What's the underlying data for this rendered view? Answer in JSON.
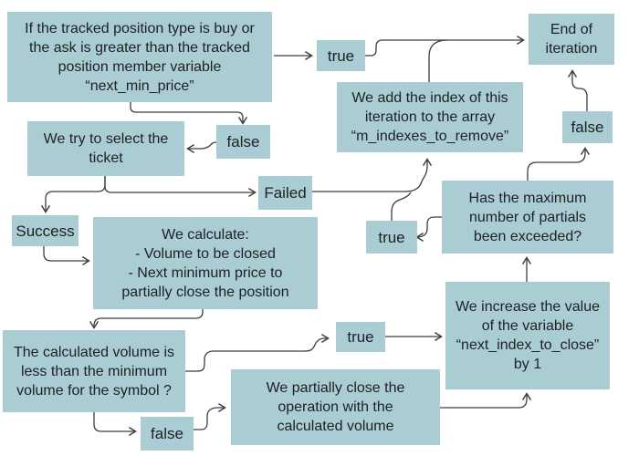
{
  "diagram": {
    "type": "flowchart",
    "colors": {
      "background": "#ffffff",
      "node_fill": "#a9cdd2",
      "text": "#202124",
      "line": "#3d3d3d"
    },
    "nodes": [
      {
        "id": "check-condition",
        "label": "If the tracked position type is buy or\nthe ask is greater than the tracked\nposition member variable\n“next_min_price”"
      },
      {
        "id": "true-top",
        "label": "true"
      },
      {
        "id": "end-of-iteration",
        "label": "End of\niteration"
      },
      {
        "id": "add-index",
        "label": "We add the index of this\niteration to the array\n“m_indexes_to_remove”"
      },
      {
        "id": "false-top-right",
        "label": "false"
      },
      {
        "id": "select-ticket",
        "label": "We try to select the\nticket"
      },
      {
        "id": "false-select",
        "label": "false"
      },
      {
        "id": "failed",
        "label": "Failed"
      },
      {
        "id": "success",
        "label": "Success"
      },
      {
        "id": "calculate",
        "label": "We calculate:\n- Volume to be closed\n- Next minimum price to\npartially close the position"
      },
      {
        "id": "true-max",
        "label": "true"
      },
      {
        "id": "max-partials",
        "label": "Has the maximum\nnumber of partials\nbeen exceeded?"
      },
      {
        "id": "increase-index",
        "label": "We increase the value\nof the variable\n“next_index_to_close”\nby 1"
      },
      {
        "id": "volume-check",
        "label": "The calculated volume is\nless than the minimum\nvolume for the symbol ?"
      },
      {
        "id": "true-volume",
        "label": "true"
      },
      {
        "id": "false-volume",
        "label": "false"
      },
      {
        "id": "partial-close",
        "label": "We partially close the\noperation with the\ncalculated volume"
      }
    ],
    "edges": [
      {
        "from": "check-condition",
        "to": "true-top"
      },
      {
        "from": "true-top",
        "to": "end-of-iteration"
      },
      {
        "from": "add-index",
        "to": "end-of-iteration"
      },
      {
        "from": "false-top-right",
        "to": "end-of-iteration"
      },
      {
        "from": "max-partials",
        "to": "false-top-right"
      },
      {
        "from": "check-condition",
        "to": "false-select"
      },
      {
        "from": "false-select",
        "to": "select-ticket"
      },
      {
        "from": "select-ticket",
        "to": "success"
      },
      {
        "from": "select-ticket",
        "to": "failed"
      },
      {
        "from": "success",
        "to": "calculate"
      },
      {
        "from": "calculate",
        "to": "volume-check"
      },
      {
        "from": "volume-check",
        "to": "true-volume"
      },
      {
        "from": "true-volume",
        "to": "increase-index"
      },
      {
        "from": "volume-check",
        "to": "false-volume"
      },
      {
        "from": "false-volume",
        "to": "partial-close"
      },
      {
        "from": "partial-close",
        "to": "increase-index"
      },
      {
        "from": "increase-index",
        "to": "max-partials"
      },
      {
        "from": "max-partials",
        "to": "true-max"
      },
      {
        "from": "true-max",
        "to": "add-index"
      },
      {
        "from": "failed",
        "to": "add-index"
      }
    ]
  }
}
